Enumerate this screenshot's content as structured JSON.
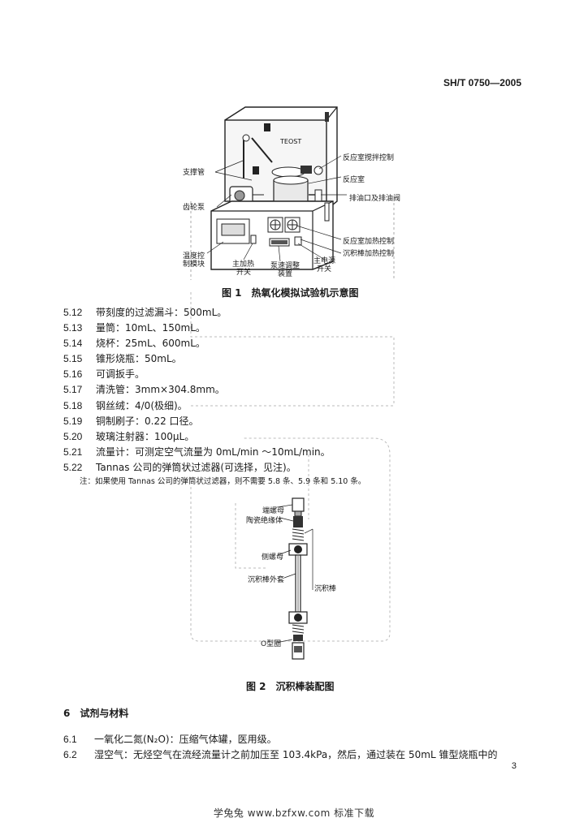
{
  "header": {
    "standard_code": "SH/T 0750—2005"
  },
  "figure1": {
    "device_label": "TEOST",
    "labels": {
      "support_tube": "支撑管",
      "gear_pump": "齿轮泵",
      "temp_module": [
        "温度控",
        "制模块"
      ],
      "main_heat_switch": [
        "主加热",
        "开关"
      ],
      "pump_speed": [
        "泵速调整",
        "装置"
      ],
      "main_power": [
        "主电源",
        "开关"
      ],
      "stirring_control": "反应室搅拌控制",
      "reaction_chamber": "反应室",
      "drain_valve": "排油口及排油阀",
      "chamber_heat_control": "反应室加热控制",
      "rod_heat_control": "沉积棒加热控制"
    },
    "caption": "图 1　热氧化模拟试验机示意图"
  },
  "items": [
    {
      "num": "5.12",
      "text": "带刻度的过滤漏斗：500mL。"
    },
    {
      "num": "5.13",
      "text": "量筒：10mL、150mL。"
    },
    {
      "num": "5.14",
      "text": "烧杯：25mL、600mL。"
    },
    {
      "num": "5.15",
      "text": "锥形烧瓶：50mL。"
    },
    {
      "num": "5.16",
      "text": "可调扳手。"
    },
    {
      "num": "5.17",
      "text": "清洗管：3mm×304.8mm。"
    },
    {
      "num": "5.18",
      "text": "钢丝绒：4/0(极细)。"
    },
    {
      "num": "5.19",
      "text": "铜制刷子：0.22 口径。"
    },
    {
      "num": "5.20",
      "text": "玻璃注射器：100μL。"
    },
    {
      "num": "5.21",
      "text": "流量计：可测定空气流量为 0mL/min ～10mL/min。"
    },
    {
      "num": "5.22",
      "text": "Tannas 公司的弹筒状过滤器(可选择，见注)。"
    }
  ],
  "note": "注：如果使用 Tannas 公司的弹筒状过滤器，则不需要 5.8 条、5.9 条和 5.10 条。",
  "figure2": {
    "labels": {
      "end_nut": "端螺母",
      "ceramic_insulator": "陶瓷绝缘体",
      "side_nut": "侧螺母",
      "rod_sleeve": "沉积棒外套",
      "deposit_rod": "沉积棒",
      "o_ring": "O型圈"
    },
    "caption": "图 2　沉积棒装配图"
  },
  "section6": {
    "heading": "6　试剂与材料",
    "paragraphs": [
      {
        "num": "6.1",
        "text": "一氧化二氮(N₂O)：压缩气体罐，医用级。"
      },
      {
        "num": "6.2",
        "text": "湿空气：无烃空气在流经流量计之前加压至 103.4kPa，然后，通过装在 50mL 锥型烧瓶中的"
      }
    ]
  },
  "page_number": "3",
  "footer": "学兔兔 www.bzfxw.com 标准下载"
}
